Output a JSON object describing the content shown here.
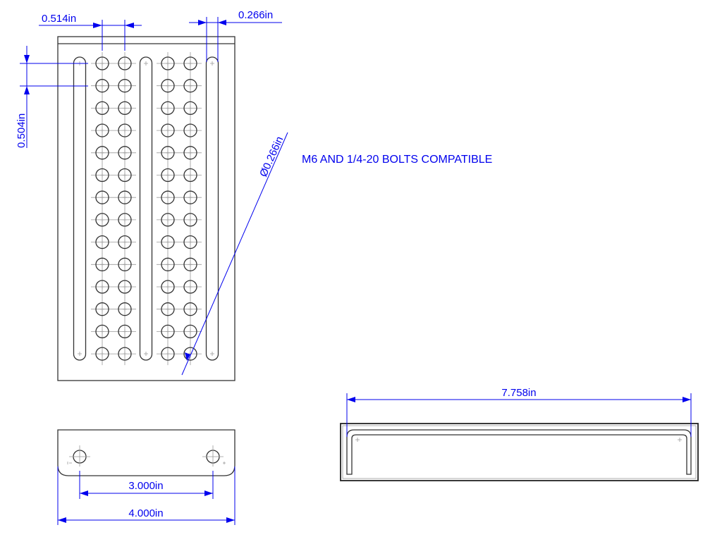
{
  "dimensions": {
    "hole_pitch_x": "0.514in",
    "slot_width": "0.266in",
    "hole_pitch_y": "0.504in",
    "hole_diameter": "Ø0.266in",
    "hole_spacing_end": "3.000in",
    "plate_width": "4.000in",
    "overall_length": "7.758in"
  },
  "note": "M6 AND 1/4-20 BOLTS COMPATIBLE",
  "colors": {
    "dimension": "#0000ee",
    "part": "#333333",
    "centerline": "#999999"
  }
}
